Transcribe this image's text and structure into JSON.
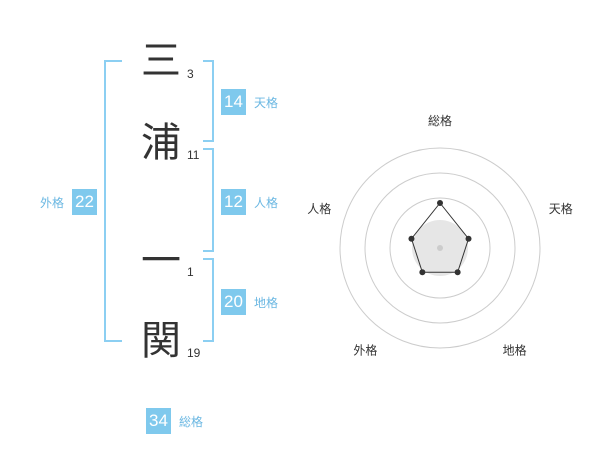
{
  "name": {
    "chars": [
      {
        "char": "三",
        "strokes": "3"
      },
      {
        "char": "浦",
        "strokes": "11"
      },
      {
        "char": "一",
        "strokes": "1"
      },
      {
        "char": "関",
        "strokes": "19"
      }
    ]
  },
  "fortunes": {
    "tenkaku": {
      "value": "14",
      "label": "天格"
    },
    "jinkaku": {
      "value": "12",
      "label": "人格"
    },
    "chikaku": {
      "value": "20",
      "label": "地格"
    },
    "gaikaku": {
      "value": "22",
      "label": "外格"
    },
    "soukaku": {
      "value": "34",
      "label": "総格"
    }
  },
  "chart_data": {
    "type": "radar",
    "axes": [
      "総格",
      "天格",
      "地格",
      "外格",
      "人格"
    ],
    "values": [
      0.45,
      0.3,
      0.3,
      0.3,
      0.3
    ],
    "range": [
      0,
      1
    ],
    "rings": 4,
    "colors": {
      "line": "#333333",
      "ring": "#cccccc",
      "center": "#e6e6e6"
    }
  },
  "colors": {
    "accent": "#7fc9ed",
    "label": "#6ab7e2",
    "bracket": "#8ccff2"
  }
}
